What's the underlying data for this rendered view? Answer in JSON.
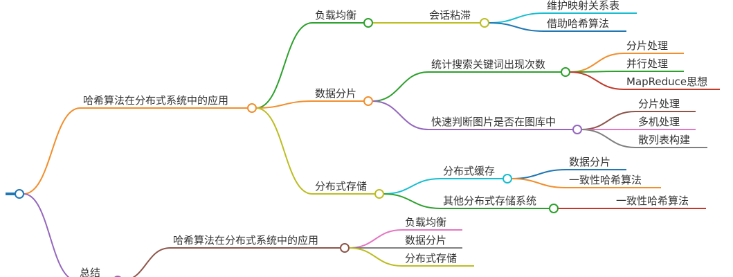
{
  "mindmap": {
    "root": {
      "label": "",
      "color": "#1f77b4",
      "children": [
        {
          "label": "哈希算法在分布式系统中的应用",
          "color": "#f28e2c",
          "children": [
            {
              "label": "负载均衡",
              "color": "#2ca02c",
              "children": [
                {
                  "label": "会话粘滞",
                  "color": "#bcbd22",
                  "children": [
                    {
                      "label": "维护映射关系表",
                      "color": "#17becf"
                    },
                    {
                      "label": "借助哈希算法",
                      "color": "#1f77b4"
                    }
                  ]
                }
              ]
            },
            {
              "label": "数据分片",
              "color": "#f28e2c",
              "children": [
                {
                  "label": "统计搜索关键词出现次数",
                  "color": "#2ca02c",
                  "children": [
                    {
                      "label": "分片处理",
                      "color": "#f28e2c"
                    },
                    {
                      "label": "并行处理",
                      "color": "#2ca02c"
                    },
                    {
                      "label": "MapReduce思想",
                      "color": "#c0392b"
                    }
                  ]
                },
                {
                  "label": "快速判断图片是否在图库中",
                  "color": "#9467bd",
                  "children": [
                    {
                      "label": "分片处理",
                      "color": "#8c564b"
                    },
                    {
                      "label": "多机处理",
                      "color": "#e377c2"
                    },
                    {
                      "label": "散列表构建",
                      "color": "#7f7f7f"
                    }
                  ]
                }
              ]
            },
            {
              "label": "分布式存储",
              "color": "#bcbd22",
              "children": [
                {
                  "label": "分布式缓存",
                  "color": "#17becf",
                  "children": [
                    {
                      "label": "数据分片",
                      "color": "#1f77b4"
                    },
                    {
                      "label": "一致性哈希算法",
                      "color": "#f28e2c"
                    }
                  ]
                },
                {
                  "label": "其他分布式存储系统",
                  "color": "#2ca02c",
                  "children": [
                    {
                      "label": "一致性哈希算法",
                      "color": "#c0392b"
                    }
                  ]
                }
              ]
            }
          ]
        },
        {
          "label": "总结",
          "color": "#9467bd",
          "children": [
            {
              "label": "哈希算法在分布式系统中的应用",
              "color": "#8c564b",
              "children": [
                {
                  "label": "负载均衡",
                  "color": "#e377c2"
                },
                {
                  "label": "数据分片",
                  "color": "#7f7f7f"
                },
                {
                  "label": "分布式存储",
                  "color": "#bcbd22"
                }
              ]
            }
          ]
        }
      ]
    }
  }
}
